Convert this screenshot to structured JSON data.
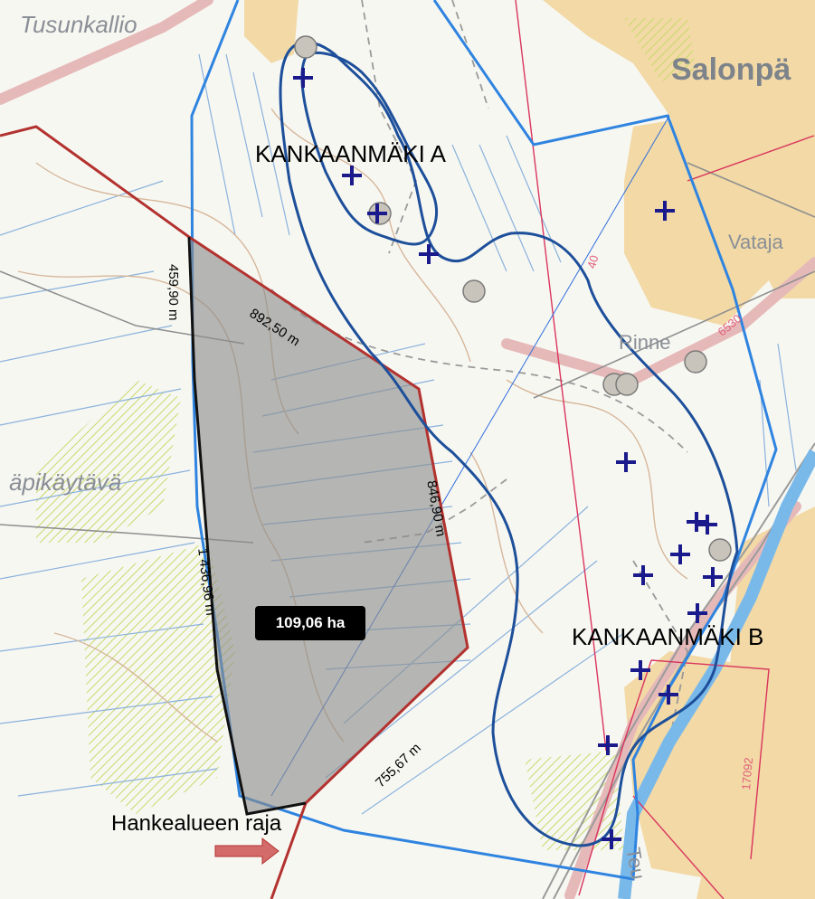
{
  "map": {
    "place_labels": {
      "tusunkallio": "Tusunkallio",
      "salonpaa": "Salonpä",
      "vataja": "Vataja",
      "rinne": "Rinne",
      "apikaytava": "äpikäytävä",
      "teu": "Teu"
    },
    "road_numbers": {
      "r40": "40",
      "r6530": "6530",
      "r17092": "17092"
    },
    "site_labels": {
      "kankaanmaki_a": "KANKAANMÄKI A",
      "kankaanmaki_b": "KANKAANMÄKI B"
    },
    "measurements": {
      "west_edge": "459,90 m",
      "north_edge": "892,50 m",
      "east_edge": "846,90 m",
      "southwest_edge": "1 436,96 m",
      "southeast_edge": "755,67 m"
    },
    "area": "109,06 ha",
    "legend": {
      "label": "Hankealueen raja",
      "arrow_color": "#d36b6b"
    },
    "colors": {
      "field": "#f2d9a6",
      "polygon_fill": "#8c8c8c",
      "polygon_edge": "#b3322f",
      "project_boundary": "#2f84e0",
      "dark_boundary": "#1d4f9a",
      "marker": "#1a1a8c",
      "circle_marker": "#c9c4bb"
    },
    "symbols": {
      "cross_marker": "blue-cross-icon",
      "circle_marker": "grey-circle-icon"
    }
  }
}
